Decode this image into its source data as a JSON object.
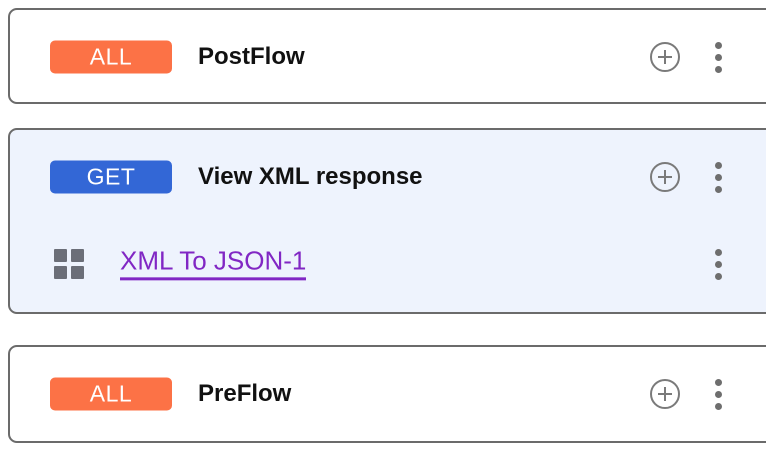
{
  "panel": {
    "name": "api-proxy-flow-list",
    "background": "#ffffff"
  },
  "colors": {
    "badge_all": "#fc7246",
    "badge_get": "#3367d6",
    "selected_card_background": "#eef3fd",
    "card_border": "#6b6b6b",
    "card_background": "#ffffff",
    "policy_link": "#8127c4",
    "icon_gray": "#7a7a7a",
    "grid_icon_gray": "#6b6e78",
    "title_text": "#111111"
  },
  "flows": [
    {
      "id": "postflow",
      "badge": "ALL",
      "badge_color": "#fc7246",
      "title": "PostFlow",
      "selected": false,
      "add_icon": "plus-circle-icon",
      "menu_icon": "kebab-menu-icon",
      "steps": []
    },
    {
      "id": "view-xml-response",
      "badge": "GET",
      "badge_color": "#3367d6",
      "title": "View XML response",
      "selected": true,
      "add_icon": "plus-circle-icon",
      "menu_icon": "kebab-menu-icon",
      "steps": [
        {
          "id": "xml-to-json-1",
          "icon": "grid-squares-icon",
          "label": "XML To JSON-1",
          "menu_icon": "kebab-menu-icon"
        }
      ]
    },
    {
      "id": "preflow",
      "badge": "ALL",
      "badge_color": "#fc7246",
      "title": "PreFlow",
      "selected": false,
      "add_icon": "plus-circle-icon",
      "menu_icon": "kebab-menu-icon",
      "steps": []
    }
  ]
}
